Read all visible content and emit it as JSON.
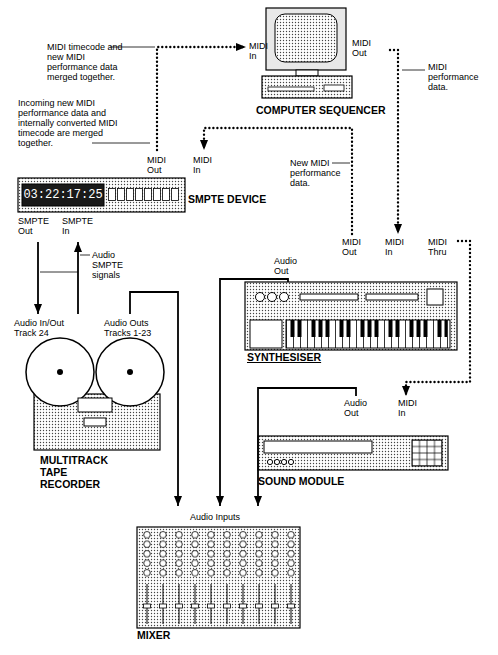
{
  "diagram": {
    "nodes": [
      {
        "text": [
          "COMPUTER SEQUENCER"
        ]
      },
      {
        "text": [
          "03:22:17:25",
          "SMPTE DEVICE"
        ]
      },
      {
        "text": [
          "SYNTHESISER"
        ]
      },
      {
        "text": [
          "MULTITRACK TAPE RECORDER"
        ]
      },
      {
        "text": [
          "SOUND MODULE"
        ]
      },
      {
        "text": [
          "MIXER"
        ]
      }
    ],
    "edges": [
      {
        "from": 0,
        "to": 2,
        "arrow": "to"
      },
      {
        "from": 2,
        "to": 1,
        "arrow": "to"
      },
      {
        "from": 1,
        "to": 0,
        "arrow": "to"
      },
      {
        "from": 2,
        "to": 4,
        "arrow": "to"
      },
      {
        "from": 1,
        "to": 3,
        "arrow": "to"
      },
      {
        "from": 3,
        "to": 1,
        "arrow": "to"
      },
      {
        "from": 3,
        "to": 5,
        "arrow": "to"
      },
      {
        "from": 2,
        "to": 5,
        "arrow": "to"
      },
      {
        "from": 4,
        "to": 5,
        "arrow": "to"
      }
    ],
    "labels": [
      "MIDI In",
      "MIDI Out",
      "MIDI performance data.",
      "MIDI timecode and new MIDI performance data merged together.",
      "Incoming new MIDI performance data and internally converted MIDI timecode are merged together.",
      "MIDI Out",
      "MIDI In",
      "New MIDI performance data.",
      "SMPTE Out",
      "SMPTE In",
      "Audio SMPTE signals",
      "Audio In/Out Track 24",
      "Audio Outs Tracks 1-23",
      "Audio Out",
      "MIDI Out",
      "MIDI In",
      "MIDI Thru",
      "Audio Out",
      "MIDI In",
      "Audio Inputs"
    ]
  }
}
